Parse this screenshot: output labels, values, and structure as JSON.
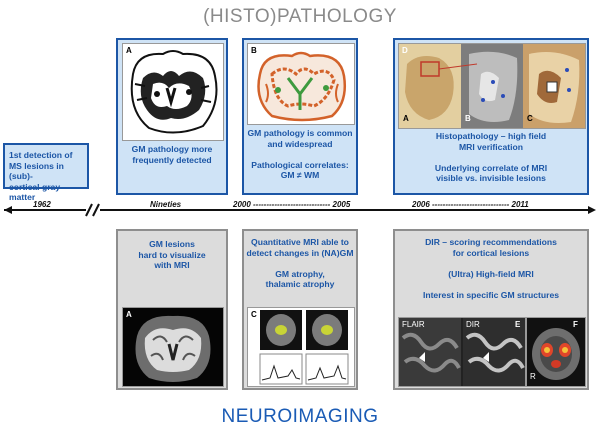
{
  "titles": {
    "top": "(HISTO)PATHOLOGY",
    "bottom": "NEUROIMAGING"
  },
  "timeline": {
    "labels": [
      "1962",
      "Nineties",
      "2000 ----------------------------- 2005",
      "2006 ----------------------------- 2011"
    ]
  },
  "first_box": {
    "line1": "1st detection of",
    "line2": "MS lesions in (sub)-",
    "line3": "cortical gray matter"
  },
  "pathology": {
    "p1": {
      "panel_label": "A",
      "text": [
        "GM pathology more",
        "frequently detected"
      ]
    },
    "p2": {
      "panel_label": "B",
      "text": [
        "GM pathology is common",
        "and widespread",
        "",
        "Pathological correlates:",
        "GM ≠ WM"
      ]
    },
    "p3": {
      "panel_label": "D",
      "sub_labels": [
        "A",
        "B",
        "C"
      ],
      "text": [
        "Histopathology – high field",
        "MRI verification",
        "",
        "Underlying correlate of MRI",
        "visible vs. invisible lesions"
      ]
    }
  },
  "imaging": {
    "i1": {
      "panel_label": "A",
      "text": [
        "GM lesions",
        "hard to visualize",
        "with MRI"
      ]
    },
    "i2": {
      "panel_label": "C",
      "text": [
        "Quantitative MRI able to",
        "detect changes in (NA)GM",
        "",
        "GM atrophy,",
        "thalamic atrophy"
      ]
    },
    "i3": {
      "panel_labels": [
        "FLAIR",
        "DIR",
        "E",
        "F",
        "R"
      ],
      "text": [
        "DIR – scoring recommendations",
        "for cortical lesions",
        "",
        "(Ultra) High-field MRI",
        "",
        "Interest in specific GM structures"
      ]
    }
  },
  "colors": {
    "pathology_border": "#1c56a6",
    "pathology_fill": "#cfe3f6",
    "imaging_border": "#8e8e8e",
    "imaging_fill": "#dcdcdc",
    "title_top": "#8a8a8a",
    "title_bottom": "#1a5bb5"
  }
}
